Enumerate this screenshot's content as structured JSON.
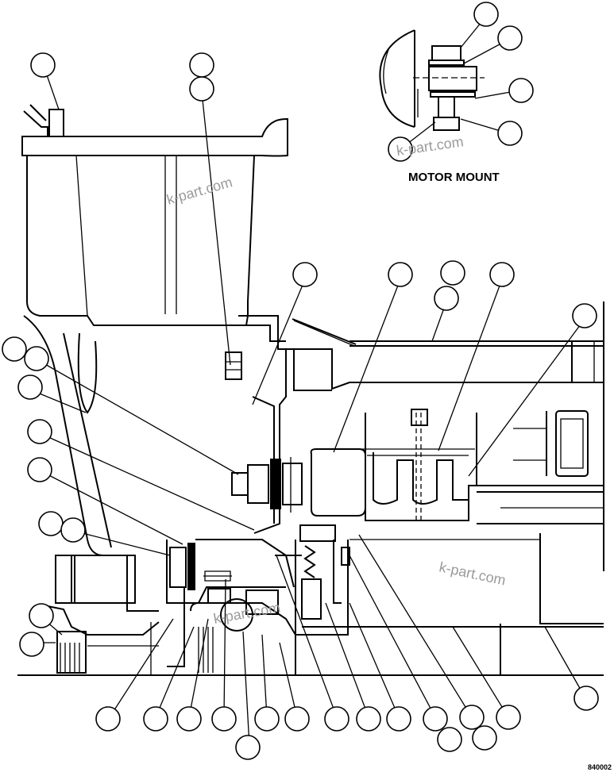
{
  "diagram": {
    "inset_label": "MOTOR MOUNT",
    "figure_code": "840002",
    "watermark": "k-part.com"
  }
}
